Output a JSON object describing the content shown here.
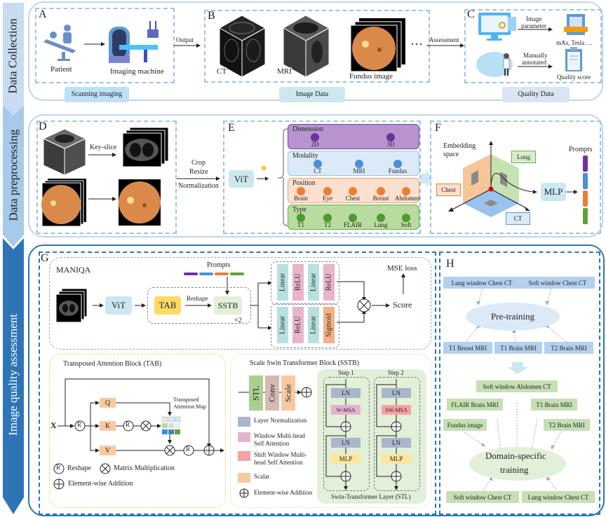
{
  "stages": [
    {
      "label": "Data Collection",
      "color": "#c7dcf0"
    },
    {
      "label": "Data preprocessing",
      "color": "#a7c9ea"
    },
    {
      "label": "Image quality assessment",
      "color": "#2e75b6"
    }
  ],
  "panelA": {
    "letter": "A",
    "patient": "Patient",
    "machine": "Imaging machine",
    "caption": "Scanning imaging",
    "output_label": "Output"
  },
  "panelB": {
    "letter": "B",
    "ct": "CT",
    "mri": "MRI",
    "fundus": "Fundus image",
    "ellipsis": "…",
    "caption": "Image Data",
    "assessment_label": "Assessment"
  },
  "panelC": {
    "letter": "C",
    "param_line1": "Image",
    "param_line2": "parameter",
    "param_result": "mAs, Tesla …",
    "manual_line1": "Manually",
    "manual_line2": "annotated",
    "manual_result": "Quality score",
    "caption": "Quality Data"
  },
  "panelD": {
    "letter": "D",
    "keyslice": "Key-slice",
    "ops": [
      "Crop",
      "Resize",
      "Normalization"
    ]
  },
  "panelE": {
    "letter": "E",
    "vit": "ViT",
    "groups": [
      {
        "title": "Dimension",
        "bg": "#b794cf",
        "border": "#7b3f9e",
        "dot": "#7030a0",
        "items": [
          "2D",
          "3D"
        ]
      },
      {
        "title": "Modality",
        "bg": "#dce9f7",
        "border": "#9cc3e6",
        "dot": "#4a90d9",
        "items": [
          "CT",
          "MRI",
          "Fundus"
        ]
      },
      {
        "title": "Position",
        "bg": "#fbe0cf",
        "border": "#f0a070",
        "dot": "#ed7d31",
        "items": [
          "Brain",
          "Eye",
          "Chest",
          "Breast",
          "Abdomen"
        ]
      },
      {
        "title": "Type",
        "bg": "#b9dba0",
        "border": "#70ad47",
        "dot": "#4e9a2e",
        "items": [
          "T1",
          "T2",
          "FLAIR",
          "Lung",
          "Soft"
        ]
      }
    ]
  },
  "panelF": {
    "letter": "F",
    "embedding_line1": "Embedding",
    "embedding_line2": "space",
    "lung": "Lung",
    "chest": "Chest",
    "ct": "CT",
    "mlp": "MLP",
    "prompts": "Prompts",
    "prompt_colors": [
      "#7030a0",
      "#4a90d9",
      "#ed7d31",
      "#5ea33a"
    ]
  },
  "panelG": {
    "letter": "G",
    "maniqa": "MANIQA",
    "vit": "ViT",
    "tab": "TAB",
    "reshape": "Reshape",
    "sstb": "SSTB",
    "times": "×2",
    "prompts": "Prompts",
    "branch1": [
      "Linear",
      "ReLU",
      "Linear",
      "ReLU"
    ],
    "branch2": [
      "Linear",
      "ReLU",
      "Linear",
      "Sigmoid"
    ],
    "mse": "MSE loss",
    "score": "Score",
    "tab_block": {
      "title": "Transposed Attention Block (TAB)",
      "x": "X",
      "q": "Q",
      "k": "K",
      "v": "V",
      "attn_line1": "Transposed",
      "attn_line2": "Attention Map",
      "legend_reshape": "Reshape",
      "legend_mm": "Matrix Multiplication",
      "legend_add": "Element-wise Addition",
      "r": "R"
    },
    "sstb_block": {
      "title": "Scale Swin Transformer Block (SSTB)",
      "stl": "STL",
      "conv": "Conv",
      "scale": "Scale",
      "legend": [
        {
          "label": "Layer Normalization",
          "color": "#a9b6cc"
        },
        {
          "label": "Window Multi-head Self Attention",
          "color": "#e5b3cf"
        },
        {
          "label": "Shift Window Multi-head Self Attention",
          "color": "#f7a1a6"
        },
        {
          "label": "Scalar",
          "color": "#f8c9a0"
        }
      ],
      "legend_add": "Element-wise Addition",
      "step1": "Step 1",
      "step2": "Step 2",
      "ln": "LN",
      "wmsa": "W-MSA",
      "swmsa": "SW-MSA",
      "mlp": "MLP",
      "stl_caption": "Swin-Transformer Layer (STL)"
    }
  },
  "panelH": {
    "letter": "H",
    "pretrain_top": [
      "Lung window Chest CT",
      "Soft window Chest CT"
    ],
    "pretrain": "Pre-training",
    "pretrain_bottom": [
      "T1 Breast MRI",
      "T1 Brain MRI",
      "T2 Brain MRI"
    ],
    "domain_top": "Soft window Abdomen CT",
    "domain_mid_left": "FLAIR Brain MRI",
    "domain_mid_right": "T1 Brain MRI",
    "domain_low_left": "Fundus image",
    "domain_low_right": "T2 Brain MRI",
    "domain_line1": "Domain-specific",
    "domain_line2": "training",
    "domain_bottom": [
      "Soft window Chest CT",
      "Lung window Chest CT"
    ]
  }
}
